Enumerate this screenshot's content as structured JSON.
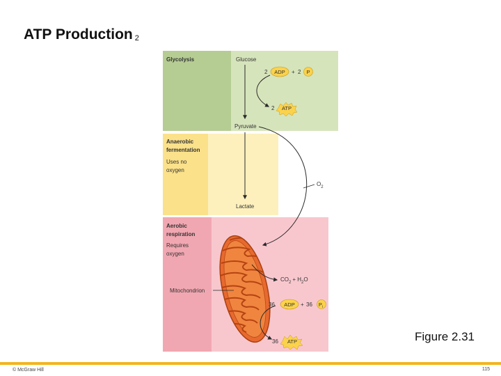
{
  "slide": {
    "title": "ATP Production",
    "title_suffix": "2",
    "caption": "Figure 2.31",
    "copyright": "© McGraw Hill",
    "page_number": "115"
  },
  "figure": {
    "glycolysis": {
      "heading": "Glycolysis",
      "glucose": "Glucose",
      "adp_count": "2",
      "adp": "ADP",
      "plus": "+",
      "p_count": "2",
      "p": "P",
      "atp_count": "2",
      "atp": "ATP",
      "pyruvate": "Pyruvate"
    },
    "anaerobic": {
      "heading_line1": "Anaerobic",
      "heading_line2": "fermentation",
      "note_line1": "Uses no",
      "note_line2": "oxygen",
      "lactate": "Lactate"
    },
    "oxygen": {
      "symbol": "O",
      "subscript": "2"
    },
    "aerobic": {
      "heading_line1": "Aerobic",
      "heading_line2": "respiration",
      "note_line1": "Requires",
      "note_line2": "oxygen",
      "mitochondrion": "Mitochondrion",
      "co2": "CO",
      "co2_sub": "2",
      "plus_h": "+ H",
      "h2o_sub": "2",
      "h2o_o": "O",
      "adp_count": "36",
      "adp": "ADP",
      "plus": "+",
      "p_count": "36",
      "p": "P",
      "p_sub": "i",
      "atp_count": "36",
      "atp": "ATP"
    },
    "colors": {
      "glycolysis_dark": "#b5cc93",
      "glycolysis_light": "#d6e4bb",
      "anaerobic_dark": "#fbe18a",
      "anaerobic_light": "#fdf0bd",
      "aerobic_dark": "#f1a7b1",
      "aerobic_light": "#f8c7ce",
      "badge": "#fbd24b",
      "mitochondrion": "#e8692f",
      "slide_accent": "#f2b51d"
    }
  }
}
